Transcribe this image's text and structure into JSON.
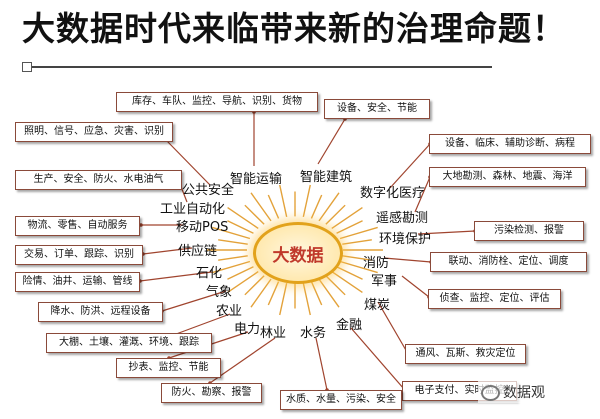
{
  "title": "大数据时代来临带来新的治理命题！",
  "center_label": "大数据",
  "watermark": "数据观",
  "colors": {
    "ray": "#e3a23a",
    "connector": "#a0442e",
    "box_border": "#8a4a3a",
    "center_accent": "#c0392b",
    "center_ring": "#e2a21b"
  },
  "domains": [
    {
      "label": "智能运输",
      "box": "库存、车队、监控、导航、识别、货物"
    },
    {
      "label": "智能建筑",
      "box": "设备、安全、节能"
    },
    {
      "label": "数字化医疗",
      "box": "设备、临床、辅助诊断、病程"
    },
    {
      "label": "遥感勘测",
      "box": "大地勘测、森林、地震、海洋"
    },
    {
      "label": "环境保护",
      "box": "污染检测、报警"
    },
    {
      "label": "消防",
      "box": "联动、消防栓、定位、调度"
    },
    {
      "label": "军事",
      "box": "侦查、监控、定位、评估"
    },
    {
      "label": "煤炭",
      "box": "通风、瓦斯、救灾定位"
    },
    {
      "label": "金融",
      "box": "电子支付、实时监控"
    },
    {
      "label": "水务",
      "box": "水质、水量、污染、安全"
    },
    {
      "label": "林业",
      "box": "防火、勘察、报警"
    },
    {
      "label": "电力",
      "box": "抄表、监控、节能"
    },
    {
      "label": "农业",
      "box": "大棚、土壤、灌溉、环境、跟踪"
    },
    {
      "label": "气象",
      "box": "降水、防洪、远程设备"
    },
    {
      "label": "石化",
      "box": "险情、油井、运输、管线"
    },
    {
      "label": "供应链",
      "box": "交易、订单、跟踪、识别"
    },
    {
      "label": "移动POS",
      "box": "物流、零售、自动服务"
    },
    {
      "label": "工业自动化",
      "box": "生产、安全、防火、水电油气"
    },
    {
      "label": "公共安全",
      "box": "照明、信号、应急、灾害、识别"
    }
  ]
}
